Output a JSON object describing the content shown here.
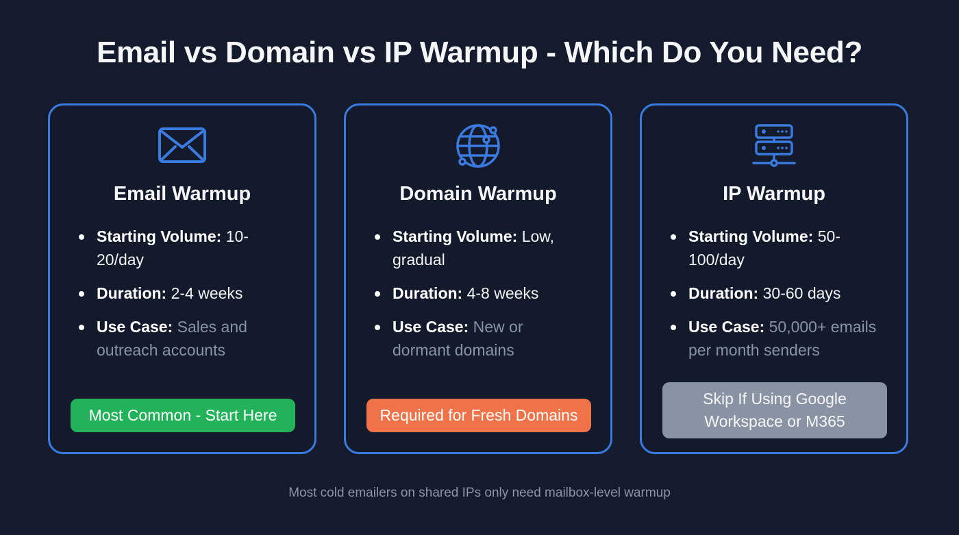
{
  "title": "Email vs Domain vs IP Warmup - Which Do You Need?",
  "colors": {
    "background": "#141b2d",
    "card_border": "#3b7be0",
    "icon": "#3b7be0",
    "badge_green": "#22b35a",
    "badge_orange": "#f07248",
    "badge_gray": "#8a93a3",
    "muted_text": "#8a93a6"
  },
  "cards": [
    {
      "icon": "envelope-icon",
      "title": "Email Warmup",
      "items": [
        {
          "label": "Starting Volume:",
          "value": "10-20/day"
        },
        {
          "label": "Duration:",
          "value": "2-4 weeks"
        },
        {
          "label": "Use Case:",
          "value": "Sales and outreach accounts"
        }
      ],
      "badge": "Most Common - Start Here"
    },
    {
      "icon": "globe-network-icon",
      "title": "Domain Warmup",
      "items": [
        {
          "label": "Starting Volume:",
          "value": "Low, gradual"
        },
        {
          "label": "Duration:",
          "value": "4-8 weeks"
        },
        {
          "label": "Use Case:",
          "value": "New or dormant domains"
        }
      ],
      "badge": "Required for Fresh Domains"
    },
    {
      "icon": "server-icon",
      "title": "IP Warmup",
      "items": [
        {
          "label": "Starting Volume:",
          "value": "50-100/day"
        },
        {
          "label": "Duration:",
          "value": "30-60 days"
        },
        {
          "label": "Use Case:",
          "value": "50,000+ emails per month senders"
        }
      ],
      "badge": "Skip If Using Google Workspace or M365"
    }
  ],
  "footer": "Most cold emailers on shared IPs only need mailbox-level warmup"
}
